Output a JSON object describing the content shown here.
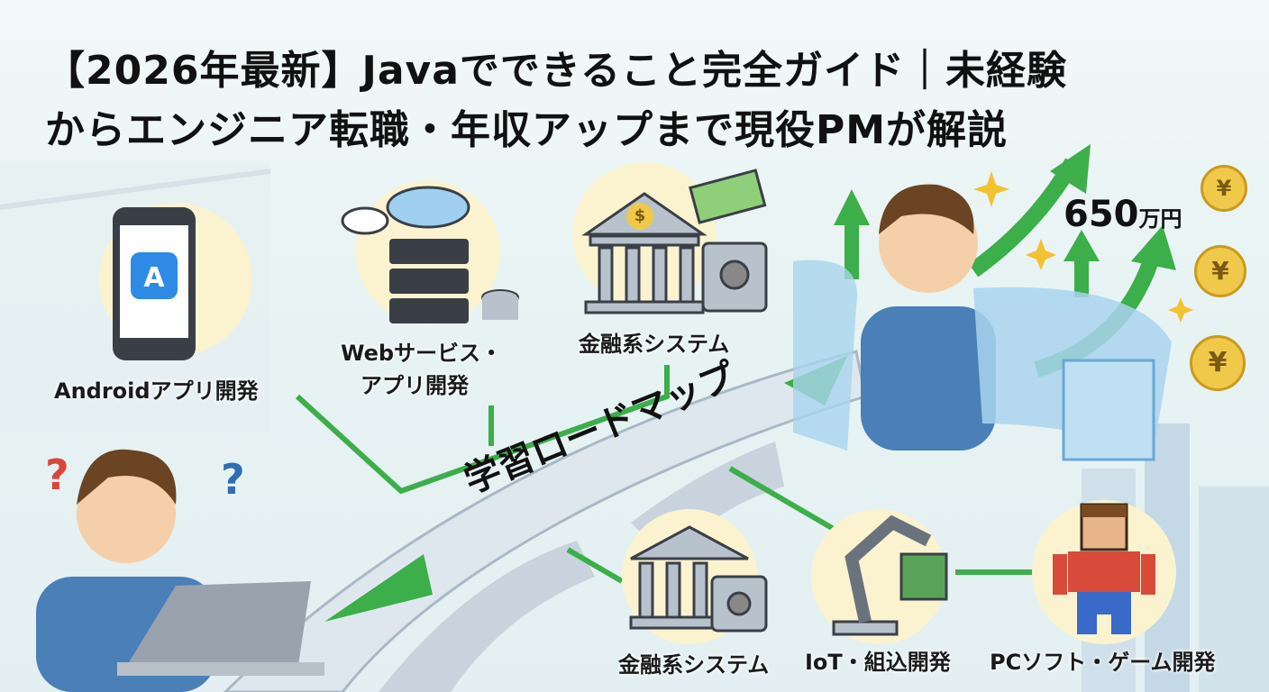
{
  "title": {
    "line1": "【2026年最新】Javaでできること完全ガイド｜未経験",
    "line2": "からエンジニア転職・年収アップまで現役PMが解説"
  },
  "labels": {
    "android": "Androidアプリ開発",
    "web_line1": "Webサービス・",
    "web_line2": "アプリ開発",
    "finance_top": "金融系システム",
    "finance_bottom": "金融系システム",
    "iot": "IoT・組込開発",
    "pc_game": "PCソフト・ゲーム開発",
    "roadmap": "学習ロードマップ"
  },
  "salary": {
    "amount": "650",
    "unit": "万円"
  },
  "symbols": {
    "question": "?",
    "yen": "¥",
    "dollar": "$"
  },
  "colors": {
    "accent_green": "#3cae4a",
    "circle_bg": "#fbf3cf",
    "shirt_blue": "#4a7fb8"
  }
}
